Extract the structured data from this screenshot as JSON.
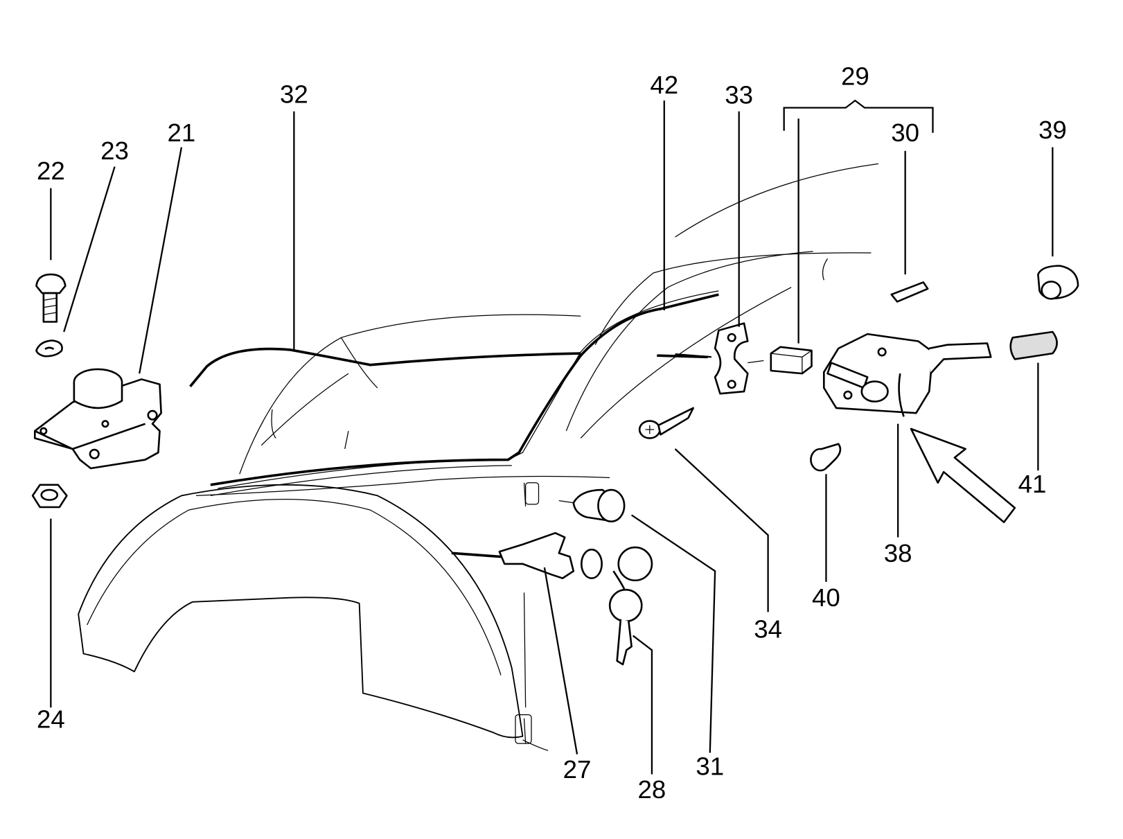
{
  "diagram": {
    "labels": {
      "p21": "21",
      "p22": "22",
      "p23": "23",
      "p24": "24",
      "p27": "27",
      "p28": "28",
      "p29": "29",
      "p30": "30",
      "p31": "31",
      "p32": "32",
      "p33": "33",
      "p34": "34",
      "p38": "38",
      "p39": "39",
      "p40": "40",
      "p41": "41",
      "p42": "42"
    },
    "colors": {
      "ink": "#000000",
      "background": "#ffffff"
    }
  }
}
